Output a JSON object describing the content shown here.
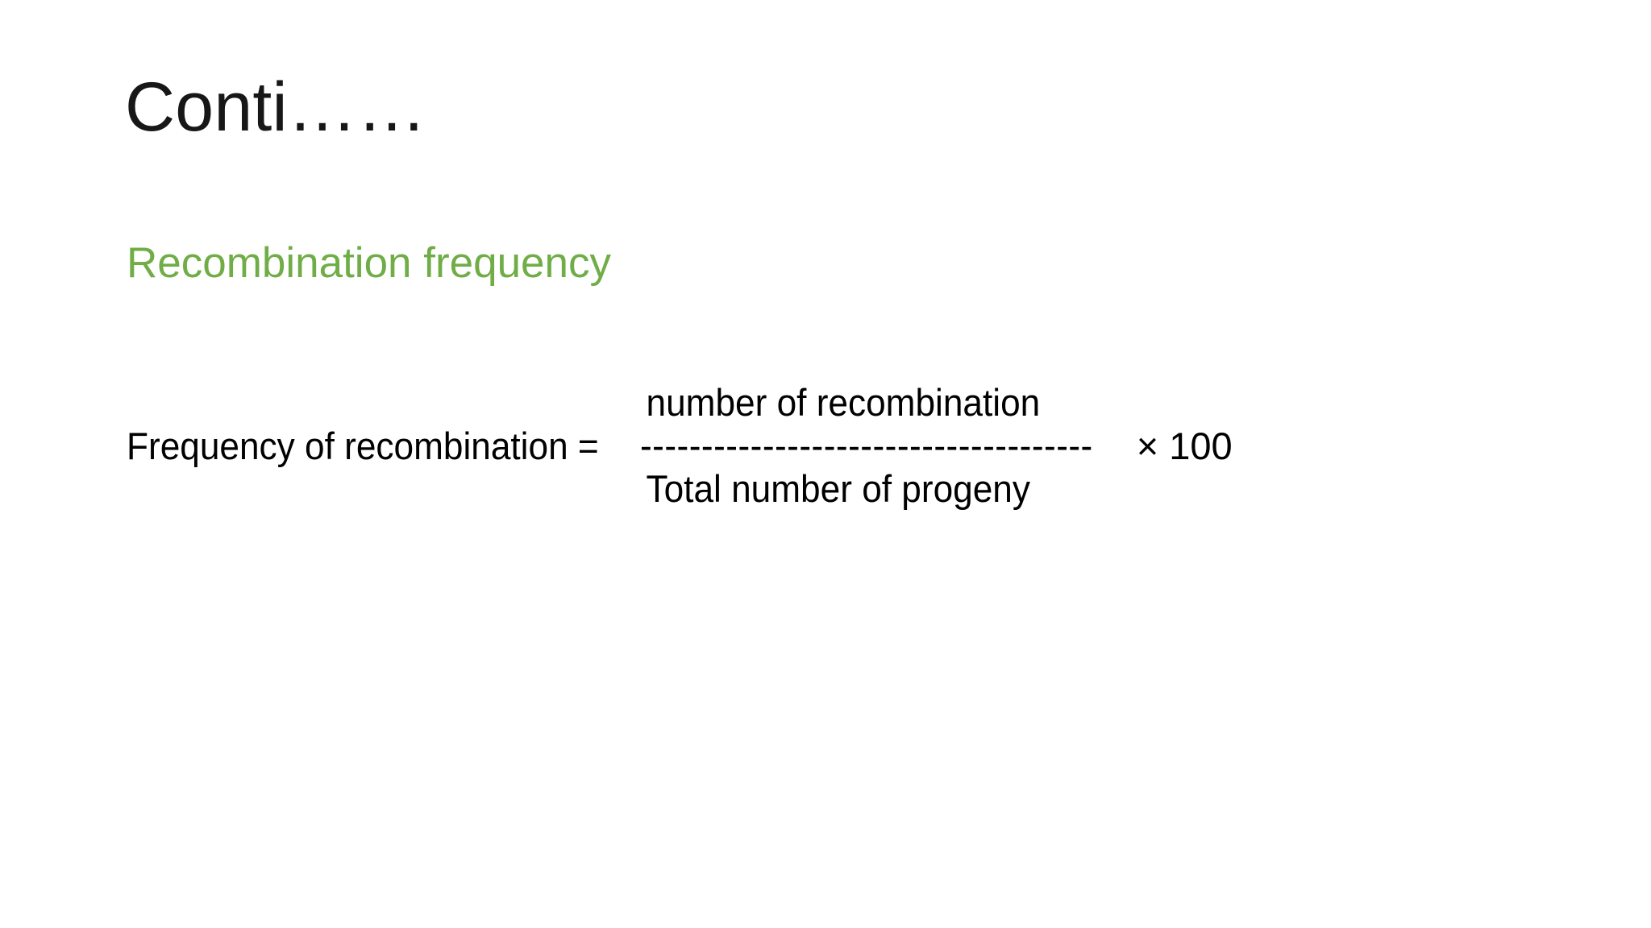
{
  "slide": {
    "background_color": "#ffffff",
    "title": "Conti……",
    "subtitle": {
      "text": "Recombination frequency",
      "color": "#70AD47"
    },
    "formula": {
      "left_hand_side": "Frequency of recombination =",
      "numerator": "number of recombination",
      "fraction_bar": "-------------------------------------",
      "denominator": "Total number of progeny",
      "multiplier": "× 100"
    }
  }
}
